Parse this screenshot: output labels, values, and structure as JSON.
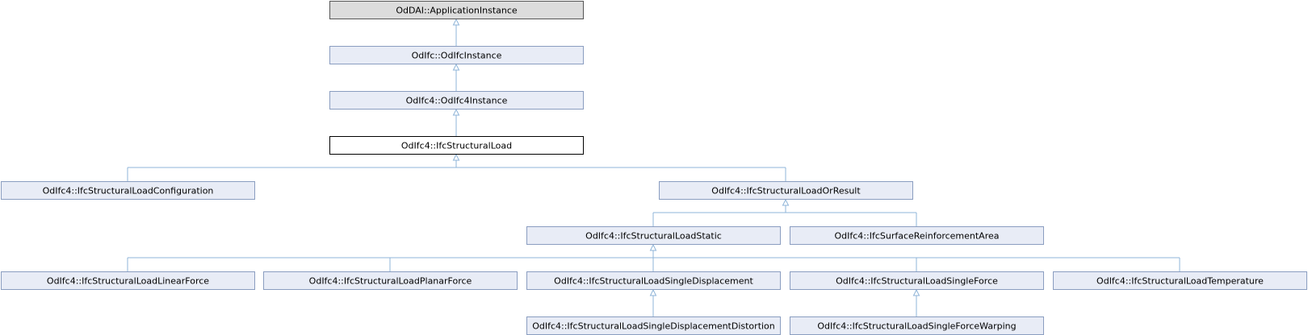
{
  "nodes": [
    {
      "id": "n0",
      "label": "OdDAI::ApplicationInstance",
      "style": "gray"
    },
    {
      "id": "n1",
      "label": "OdIfc::OdIfcInstance",
      "style": "normal"
    },
    {
      "id": "n2",
      "label": "OdIfc4::OdIfc4Instance",
      "style": "normal"
    },
    {
      "id": "n3",
      "label": "OdIfc4::IfcStructuralLoad",
      "style": "current"
    },
    {
      "id": "n4",
      "label": "OdIfc4::IfcStructuralLoadConfiguration",
      "style": "normal"
    },
    {
      "id": "n5",
      "label": "OdIfc4::IfcStructuralLoadOrResult",
      "style": "normal"
    },
    {
      "id": "n6",
      "label": "OdIfc4::IfcStructuralLoadStatic",
      "style": "normal"
    },
    {
      "id": "n7",
      "label": "OdIfc4::IfcSurfaceReinforcementArea",
      "style": "normal"
    },
    {
      "id": "n8",
      "label": "OdIfc4::IfcStructuralLoadLinearForce",
      "style": "normal"
    },
    {
      "id": "n9",
      "label": "OdIfc4::IfcStructuralLoadPlanarForce",
      "style": "normal"
    },
    {
      "id": "n10",
      "label": "OdIfc4::IfcStructuralLoadSingleDisplacement",
      "style": "normal"
    },
    {
      "id": "n11",
      "label": "OdIfc4::IfcStructuralLoadSingleForce",
      "style": "normal"
    },
    {
      "id": "n12",
      "label": "OdIfc4::IfcStructuralLoadTemperature",
      "style": "normal"
    },
    {
      "id": "n13",
      "label": "OdIfc4::IfcStructuralLoadSingleDisplacementDistortion",
      "style": "normal"
    },
    {
      "id": "n14",
      "label": "OdIfc4::IfcStructuralLoadSingleForceWarping",
      "style": "normal"
    }
  ],
  "edges": [
    {
      "from": "n1",
      "to": "n0"
    },
    {
      "from": "n2",
      "to": "n1"
    },
    {
      "from": "n3",
      "to": "n2"
    },
    {
      "from": "n4",
      "to": "n3"
    },
    {
      "from": "n5",
      "to": "n3"
    },
    {
      "from": "n6",
      "to": "n5"
    },
    {
      "from": "n7",
      "to": "n5"
    },
    {
      "from": "n8",
      "to": "n6"
    },
    {
      "from": "n9",
      "to": "n6"
    },
    {
      "from": "n10",
      "to": "n6"
    },
    {
      "from": "n11",
      "to": "n6"
    },
    {
      "from": "n12",
      "to": "n6"
    },
    {
      "from": "n13",
      "to": "n10"
    },
    {
      "from": "n14",
      "to": "n11"
    }
  ]
}
